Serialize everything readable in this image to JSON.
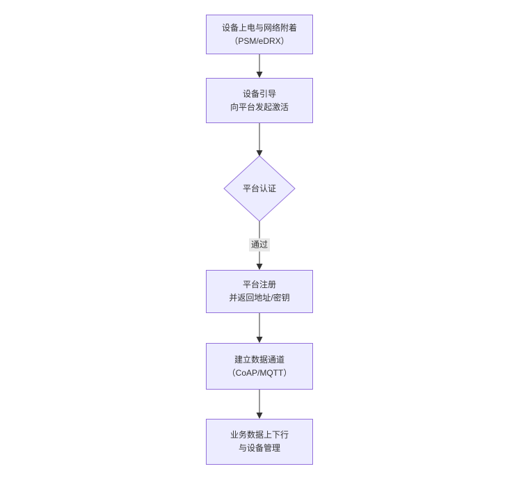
{
  "diagram": {
    "type": "flowchart",
    "direction": "top-down",
    "colors": {
      "canvas_bg": "#ffffff",
      "node_fill": "#ECECFF",
      "node_border": "#9370DB",
      "text": "#333333",
      "edge_line": "#333333",
      "edge_label_bg": "#e8e8e8"
    },
    "nodes": [
      {
        "id": "power-attach",
        "shape": "rect",
        "lines": [
          "设备上电与网络附着",
          "（PSM/eDRX）"
        ]
      },
      {
        "id": "bootstrap-activate",
        "shape": "rect",
        "lines": [
          "设备引导",
          "向平台发起激活"
        ]
      },
      {
        "id": "platform-auth",
        "shape": "diamond",
        "lines": [
          "平台认证"
        ]
      },
      {
        "id": "platform-register",
        "shape": "rect",
        "lines": [
          "平台注册",
          "并返回地址/密钥"
        ]
      },
      {
        "id": "data-channel",
        "shape": "rect",
        "lines": [
          "建立数据通道",
          "（CoAP/MQTT）"
        ]
      },
      {
        "id": "business-data",
        "shape": "rect",
        "lines": [
          "业务数据上下行",
          "与设备管理"
        ]
      }
    ],
    "edges": [
      {
        "from": "power-attach",
        "to": "bootstrap-activate",
        "label": ""
      },
      {
        "from": "bootstrap-activate",
        "to": "platform-auth",
        "label": ""
      },
      {
        "from": "platform-auth",
        "to": "platform-register",
        "label": "通过"
      },
      {
        "from": "platform-register",
        "to": "data-channel",
        "label": ""
      },
      {
        "from": "data-channel",
        "to": "business-data",
        "label": ""
      }
    ]
  }
}
